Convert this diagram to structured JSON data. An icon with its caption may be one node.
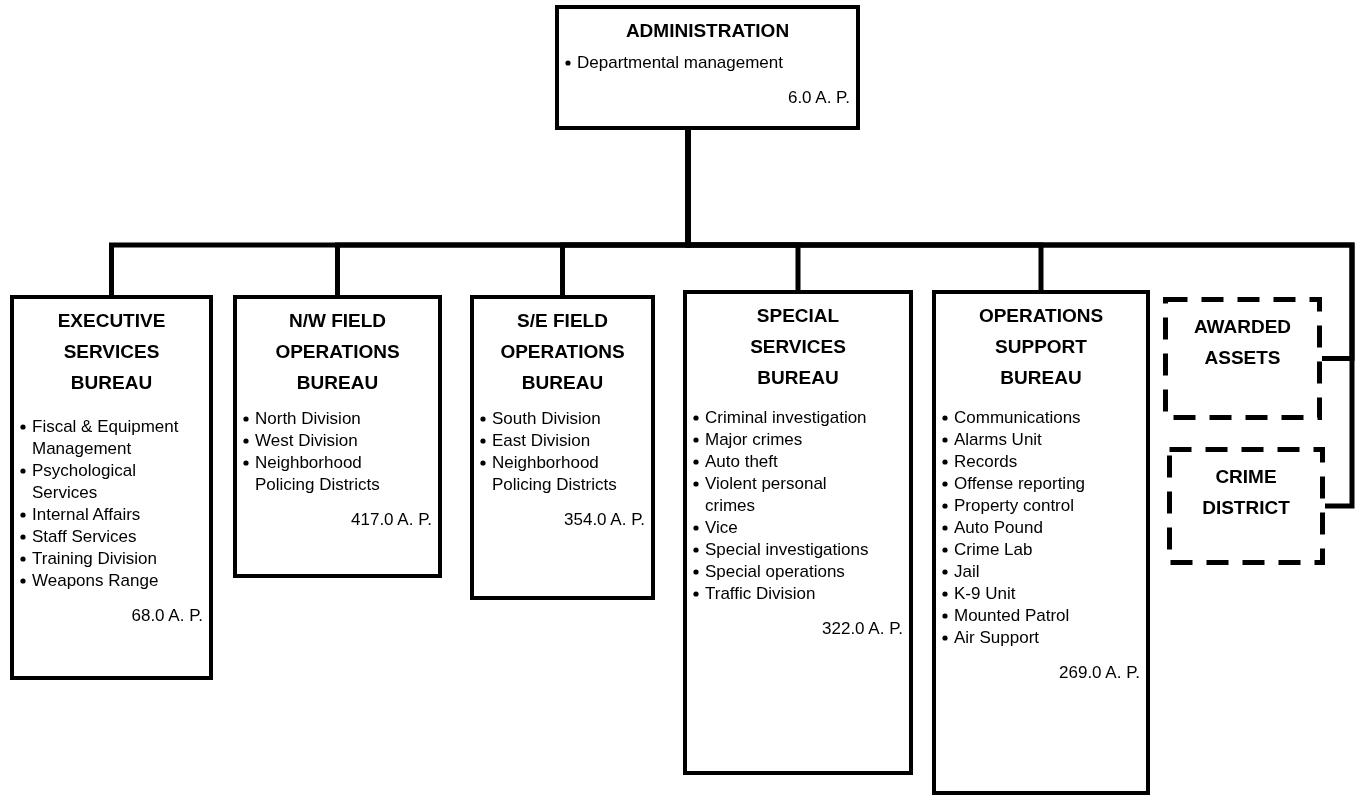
{
  "diagram": {
    "nodes": [
      {
        "text": [
          "ADMINISTRATION",
          "Departmental management",
          "6.0 A. P."
        ]
      },
      {
        "text": [
          "EXECUTIVE SERVICES BUREAU",
          "Fiscal & Equipment Management",
          "Psychological Services",
          "Internal Affairs",
          "Staff Services",
          "Training Division",
          "Weapons Range",
          "68.0 A. P."
        ]
      },
      {
        "text": [
          "N/W FIELD OPERATIONS BUREAU",
          "North Division",
          "West Division",
          "Neighborhood Policing Districts",
          "417.0 A. P."
        ]
      },
      {
        "text": [
          "S/E FIELD OPERATIONS BUREAU",
          "South Division",
          "East Division",
          "Neighborhood Policing Districts",
          "354.0 A. P."
        ]
      },
      {
        "text": [
          "SPECIAL SERVICES BUREAU",
          "Criminal investigation",
          "Major crimes",
          "Auto theft",
          "Violent personal crimes",
          "Vice",
          "Special investigations",
          "Special operations",
          "Traffic Division",
          "322.0 A. P."
        ]
      },
      {
        "text": [
          "OPERATIONS SUPPORT BUREAU",
          "Communications",
          "Alarms Unit",
          "Records",
          "Offense reporting",
          "Property control",
          "Auto Pound",
          "Crime Lab",
          "Jail",
          "K-9 Unit",
          "Mounted Patrol",
          "Air Support",
          "269.0 A. P."
        ]
      },
      {
        "text": [
          "AWARDED ASSETS"
        ]
      },
      {
        "text": [
          "CRIME DISTRICT"
        ]
      }
    ],
    "edges": [
      {
        "from": 0,
        "to": 1,
        "arrow": "none"
      },
      {
        "from": 0,
        "to": 2,
        "arrow": "none"
      },
      {
        "from": 0,
        "to": 3,
        "arrow": "none"
      },
      {
        "from": 0,
        "to": 4,
        "arrow": "none"
      },
      {
        "from": 0,
        "to": 5,
        "arrow": "none"
      },
      {
        "from": 0,
        "to": 6,
        "arrow": "none"
      },
      {
        "from": 0,
        "to": 7,
        "arrow": "none"
      }
    ]
  }
}
